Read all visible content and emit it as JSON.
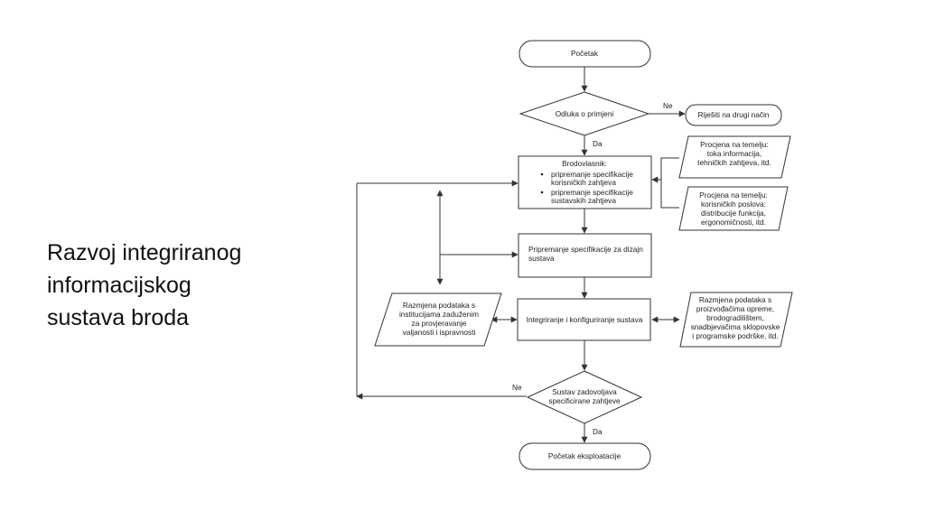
{
  "slide": {
    "title_lines": [
      "Razvoj integriranog",
      "informacijskog",
      "sustava broda"
    ]
  },
  "flowchart": {
    "start": "Početak",
    "decision_change": "Odluka o primjeni",
    "alt_solution": "Riješiti na drugi način",
    "shipowner_title": "Brodovlasnik:",
    "shipowner_item1": [
      "pripremanje specifikacije",
      "korisničkih zahtjeva"
    ],
    "shipowner_item2": [
      "pripremanje specifikacije",
      "sustavskih zahtjeva"
    ],
    "assessment_info": [
      "Procjena na temelju:",
      "toka informacija,",
      "tehničkih zahtjeva, itd."
    ],
    "assessment_business": [
      "Procjena na temelju:",
      "korisničkih poslova:",
      "distribucije funkcija,",
      "ergonomičnosti,  itd."
    ],
    "design_spec": [
      "Pripremanje specifikacije za dizajn",
      "sustava"
    ],
    "exchange_institutions": [
      "Razmjena podataka s",
      "institucijama zaduženim",
      "za provjeravanje",
      "valjanosti i ispravnosti"
    ],
    "integration": "Integriranje i konfiguriranje sustava",
    "exchange_manufacturers": [
      "Razmjena podataka s",
      "proizvođačima opreme,",
      "brodogradilištem,",
      "snadbjevačima sklopovske",
      "i programske podrške, itd."
    ],
    "decision_satisfies": [
      "Sustav zadovoljava",
      "specificirane zahtjeve"
    ],
    "end": "Početak eksploatacije",
    "label_no": "Ne",
    "label_yes": "Da"
  }
}
